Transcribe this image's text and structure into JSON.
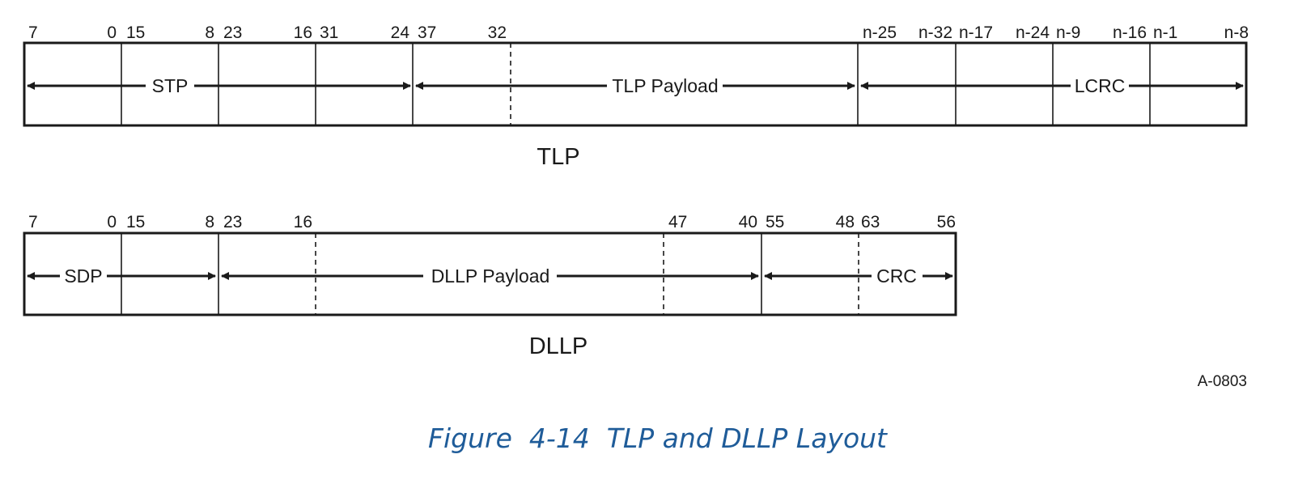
{
  "tlp": {
    "bit_labels": [
      "7",
      "0",
      "15",
      "8",
      "23",
      "16",
      "31",
      "24",
      "37",
      "32",
      "n-25",
      "n-32",
      "n-17",
      "n-24",
      "n-9",
      "n-16",
      "n-1",
      "n-8"
    ],
    "fields": {
      "stp": "STP",
      "payload": "TLP Payload",
      "lcrc": "LCRC"
    },
    "name": "TLP"
  },
  "dllp": {
    "bit_labels": [
      "7",
      "0",
      "15",
      "8",
      "23",
      "16",
      "47",
      "40",
      "55",
      "48",
      "63",
      "56"
    ],
    "fields": {
      "sdp": "SDP",
      "payload": "DLLP Payload",
      "crc": "CRC"
    },
    "name": "DLLP"
  },
  "reference_id": "A-0803",
  "caption": {
    "number": "Figure  4-14",
    "title": "TLP and DLLP Layout"
  },
  "colors": {
    "line": "#1a1a1a",
    "caption": "#1f5c99"
  }
}
